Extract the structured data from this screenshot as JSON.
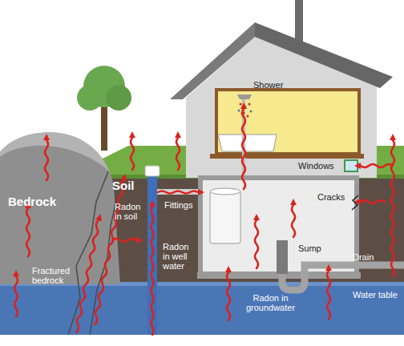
{
  "diagram": {
    "labels": [
      "Shower",
      "Bedrock",
      "Soil",
      "Windows",
      "Radon in soil",
      "Fittings",
      "Cracks",
      "Sump",
      "Radon in well water",
      "Fractured bedrock",
      "Drain",
      "Radon in groundwater",
      "Water table"
    ]
  }
}
